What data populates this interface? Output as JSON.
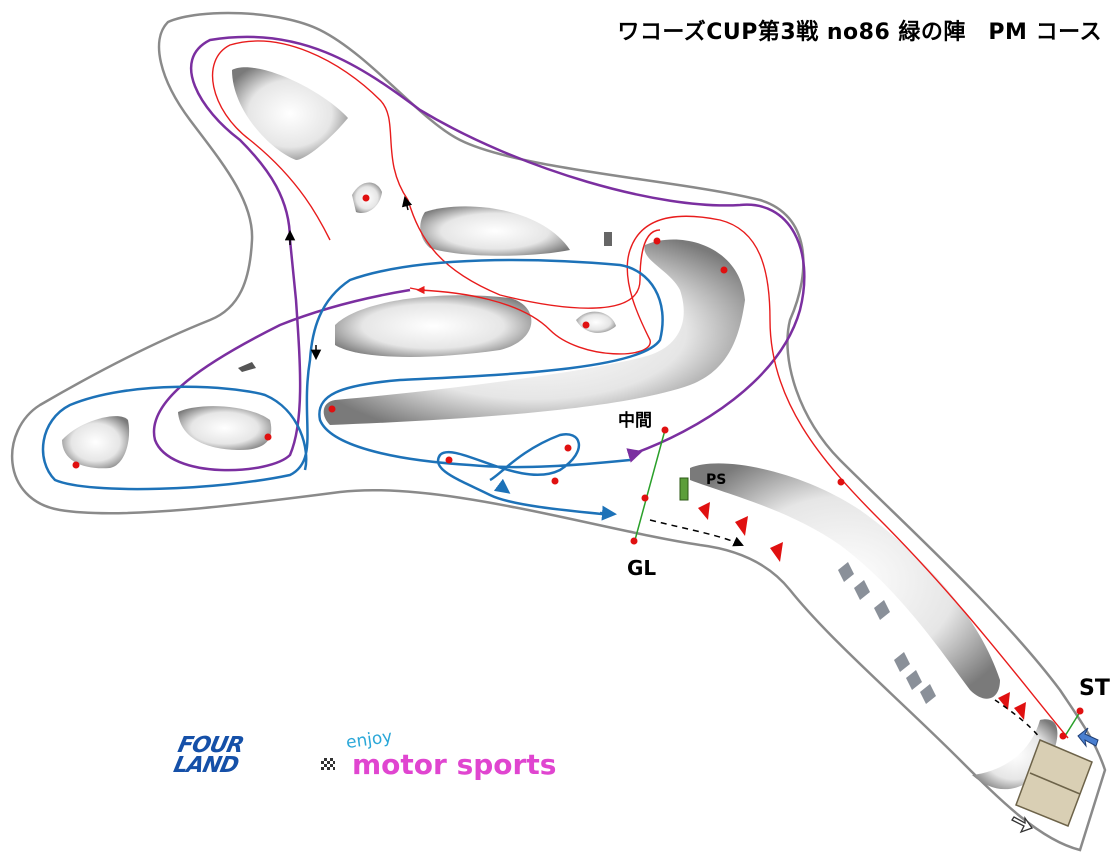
{
  "title": "ワコーズCUP第3戦 no86 緑の陣　PM コース",
  "labels": {
    "midpoint": "中間",
    "goal": "GL",
    "pit_stop": "PS",
    "start": "ST"
  },
  "logo": {
    "brand": "FOUR\nLAND",
    "tagline_small": "enjoy",
    "tagline": "motor sports"
  },
  "route_colors": {
    "red_line": "#e81c1c",
    "purple_line": "#7b2fa0",
    "blue_line": "#1d72b8",
    "green_line": "#2aa02a",
    "black_dashed": "#000000",
    "pylon_marker": "#e01010",
    "track_border": "#8a8a8a"
  }
}
